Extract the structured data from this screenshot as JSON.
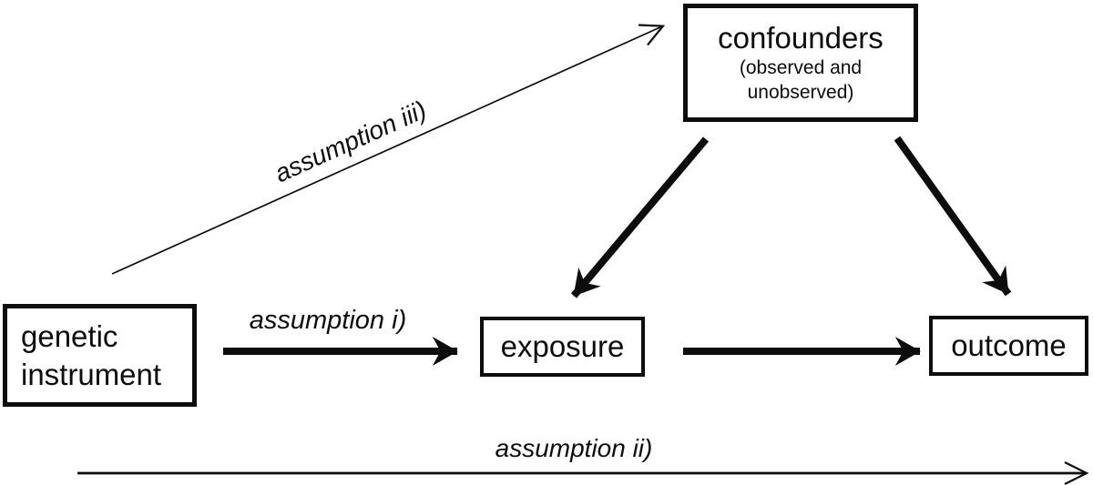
{
  "nodes": {
    "genetic_instrument": {
      "line1": "genetic",
      "line2": "instrument"
    },
    "exposure": {
      "label": "exposure"
    },
    "outcome": {
      "label": "outcome"
    },
    "confounders": {
      "title": "confounders",
      "subtitle": "(observed and unobserved)"
    }
  },
  "labels": {
    "assumption_i": "assumption i)",
    "assumption_ii": "assumption ii)",
    "assumption_iii": "assumption iii)"
  },
  "edges": [
    {
      "from": "genetic instrument",
      "to": "exposure",
      "style": "thick-solid-head",
      "label": "assumption i)"
    },
    {
      "from": "exposure",
      "to": "outcome",
      "style": "thick-solid-head",
      "label": ""
    },
    {
      "from": "confounders",
      "to": "exposure",
      "style": "thick-solid-head",
      "label": ""
    },
    {
      "from": "confounders",
      "to": "outcome",
      "style": "thick-solid-head",
      "label": ""
    },
    {
      "from": "genetic instrument",
      "to": "confounders",
      "style": "thin-open-head",
      "label": "assumption iii)"
    },
    {
      "from": "genetic instrument",
      "to": "outcome",
      "style": "thin-open-head",
      "label": "assumption ii)"
    }
  ],
  "colors": {
    "ink": "#0d0d0d",
    "background": "#ffffff"
  }
}
